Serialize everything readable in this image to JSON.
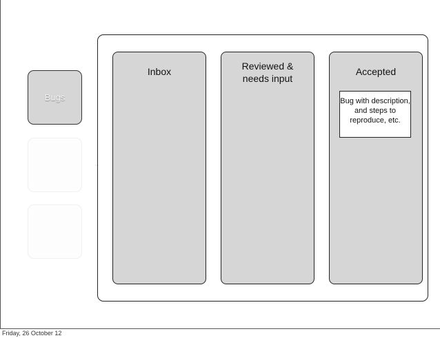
{
  "sidebar": {
    "items": [
      {
        "label": "Bugs"
      }
    ]
  },
  "board": {
    "columns": [
      {
        "title": "Inbox",
        "cards": []
      },
      {
        "title": "Reviewed & needs input",
        "cards": []
      },
      {
        "title": "Accepted",
        "cards": [
          {
            "text": "Bug with description, and steps to reproduce, etc."
          }
        ]
      }
    ]
  },
  "footer": {
    "date": "Friday, 26 October 12"
  }
}
